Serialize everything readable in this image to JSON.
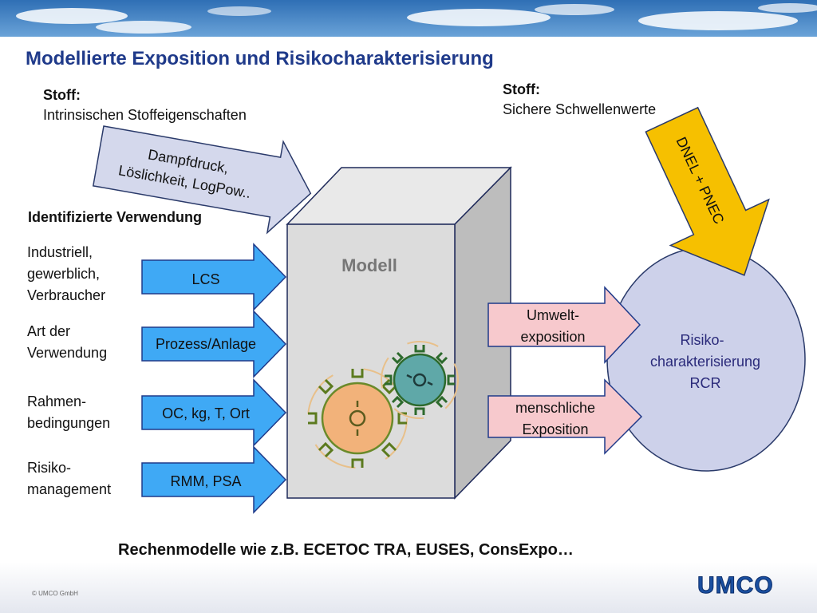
{
  "title": "Modellierte Exposition und Risikocharakterisierung",
  "stoff_left": {
    "label": "Stoff:",
    "text": "Intrinsischen Stoffeigenschaften"
  },
  "stoff_right": {
    "label": "Stoff:",
    "text": "Sichere Schwellenwerte"
  },
  "properties_arrow": {
    "line1": "Dampfdruck,",
    "line2": "Löslichkeit, LogPow.."
  },
  "dnel_arrow": "DNEL + PNEC",
  "identified_use_heading": "Identifizierte Verwendung",
  "categories": [
    {
      "lines": [
        "Industriell,",
        "gewerblich,",
        "Verbraucher"
      ],
      "arrow_label": "LCS"
    },
    {
      "lines": [
        "Art der",
        "Verwendung"
      ],
      "arrow_label": "Prozess/Anlage"
    },
    {
      "lines": [
        "Rahmen-",
        "bedingungen"
      ],
      "arrow_label": "OC, kg, T, Ort"
    },
    {
      "lines": [
        "Risiko-",
        "management"
      ],
      "arrow_label": "RMM, PSA"
    }
  ],
  "model_label": "Modell",
  "outputs": [
    {
      "line1": "Umwelt-",
      "line2": "exposition"
    },
    {
      "line1": "menschliche",
      "line2": "Exposition"
    }
  ],
  "rcr": {
    "line1": "Risiko-",
    "line2": "charakterisierung",
    "line3": "RCR"
  },
  "footer": "Rechenmodelle wie z.B. ECETOC TRA, EUSES, ConsExpo…",
  "copyright": "© UMCO GmbH",
  "logo": "UMCO",
  "colors": {
    "title": "#1f3a8a",
    "input_arrow": "#3fa9f5",
    "property_arrow": "#d4d8ec",
    "dnel_arrow": "#f6c000",
    "output_arrow": "#f7c9cd",
    "rcr_circle": "#cdd1ea",
    "model_box": "#d8d8d8",
    "logo": "#1a4fa0"
  },
  "icons": [
    "gear-icon",
    "gear-icon"
  ]
}
